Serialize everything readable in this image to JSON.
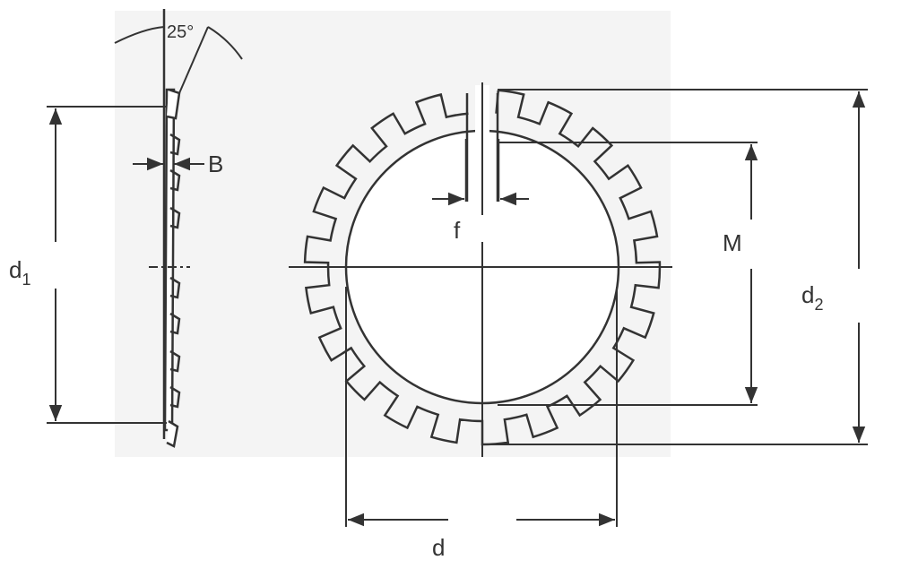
{
  "labels": {
    "angle": "25°",
    "B": "B",
    "d1_main": "d",
    "d1_sub": "1",
    "f": "f",
    "M": "M",
    "d2_main": "d",
    "d2_sub": "2",
    "d": "d"
  },
  "colors": {
    "line": "#333333",
    "background_panel": "#f4f4f4",
    "page": "#ffffff"
  }
}
